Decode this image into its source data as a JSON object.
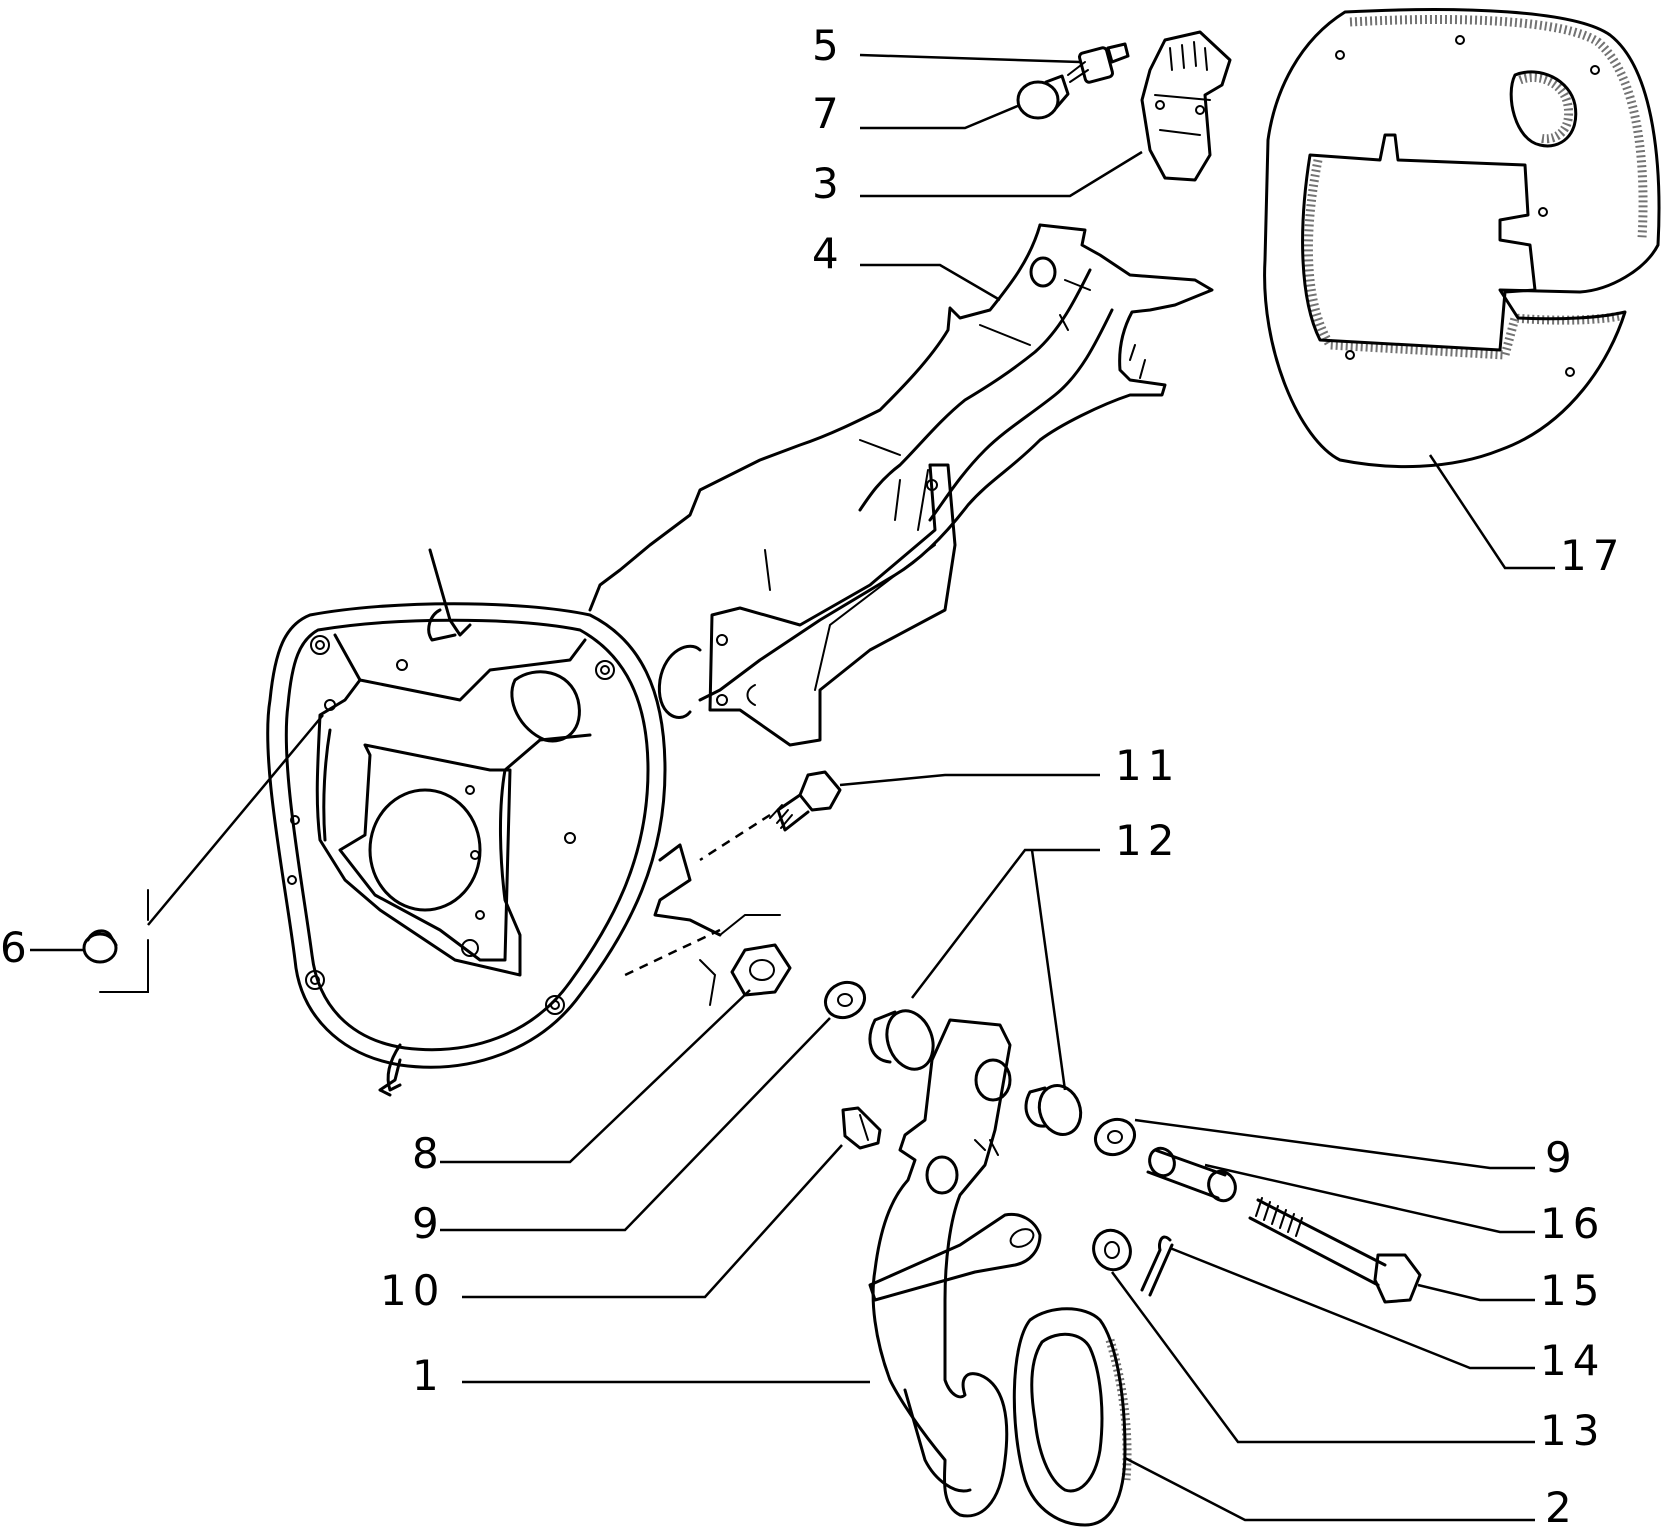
{
  "callouts": [
    {
      "id": "c5",
      "text": "5"
    },
    {
      "id": "c7",
      "text": "7"
    },
    {
      "id": "c3",
      "text": "3"
    },
    {
      "id": "c4",
      "text": "4"
    },
    {
      "id": "c17",
      "text": "17"
    },
    {
      "id": "c11",
      "text": "11"
    },
    {
      "id": "c12",
      "text": "12"
    },
    {
      "id": "c6",
      "text": "6"
    },
    {
      "id": "c8",
      "text": "8"
    },
    {
      "id": "c9a",
      "text": "9"
    },
    {
      "id": "c10",
      "text": "10"
    },
    {
      "id": "c1",
      "text": "1"
    },
    {
      "id": "c9b",
      "text": "9"
    },
    {
      "id": "c16",
      "text": "16"
    },
    {
      "id": "c15",
      "text": "15"
    },
    {
      "id": "c14",
      "text": "14"
    },
    {
      "id": "c13",
      "text": "13"
    },
    {
      "id": "c2",
      "text": "2"
    }
  ]
}
